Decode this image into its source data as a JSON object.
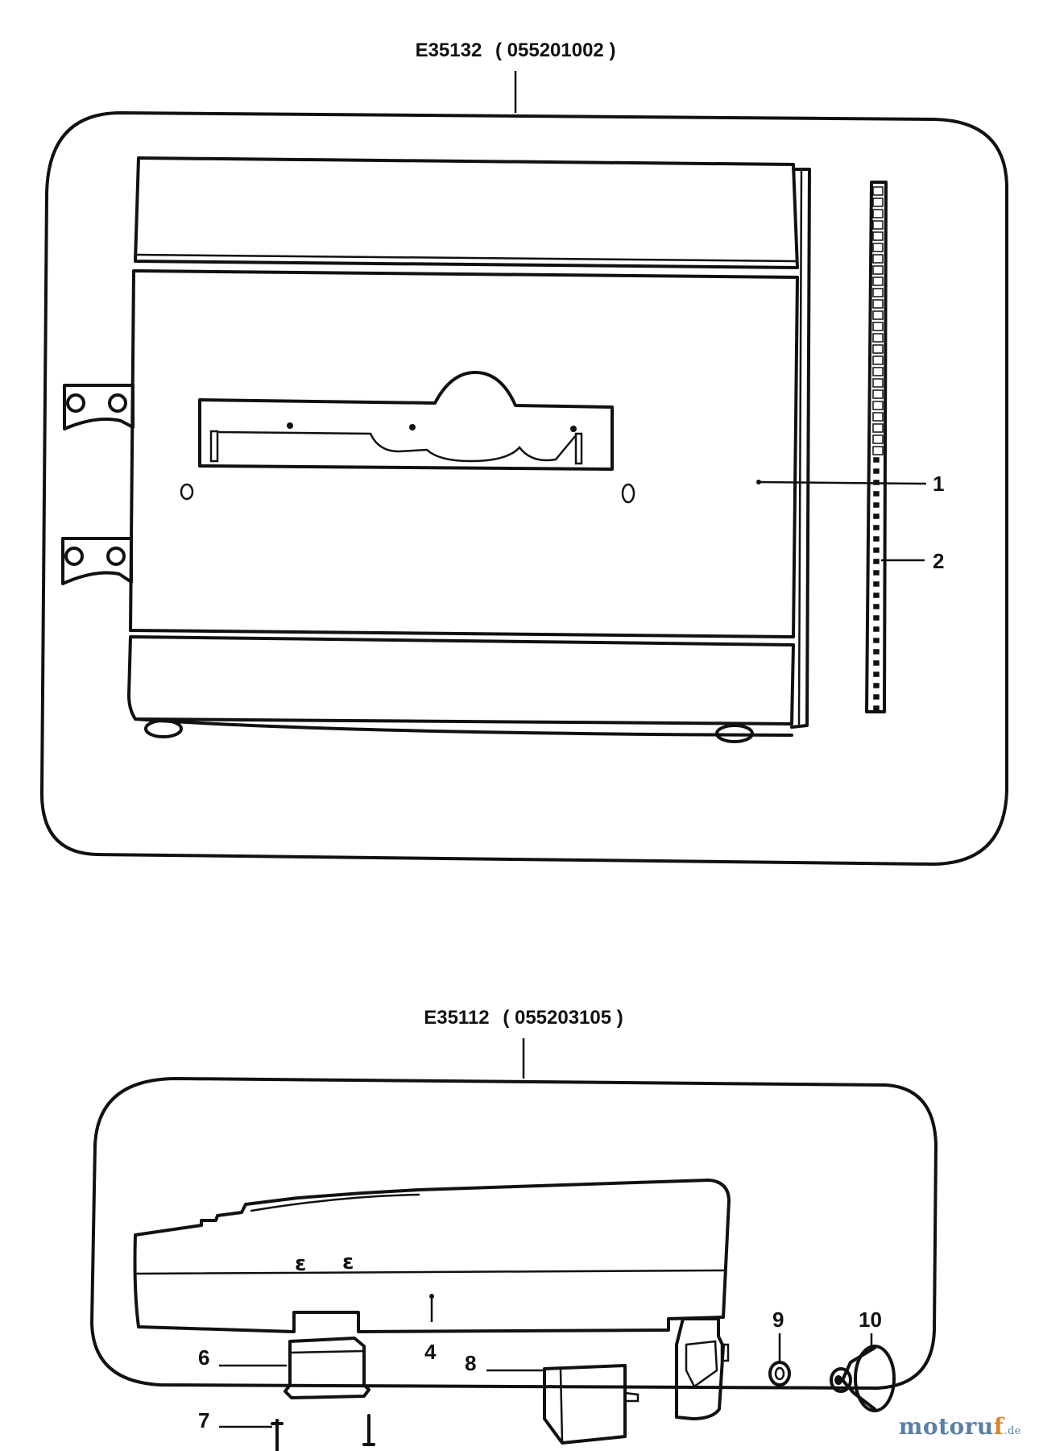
{
  "assemblies": [
    {
      "code": "E35132",
      "part_number_text": "( 055201002 )",
      "callouts": [
        "1",
        "2"
      ]
    },
    {
      "code": "E35112",
      "part_number_text": "( 055203105 )",
      "callouts": [
        "4",
        "6",
        "7",
        "8",
        "9",
        "10"
      ]
    }
  ],
  "watermark": {
    "brand_main": "motoru",
    "brand_accent": "f",
    "brand_tld": ".de",
    "brand_color": "#5a7fa8",
    "accent_color": "#d8862a"
  }
}
